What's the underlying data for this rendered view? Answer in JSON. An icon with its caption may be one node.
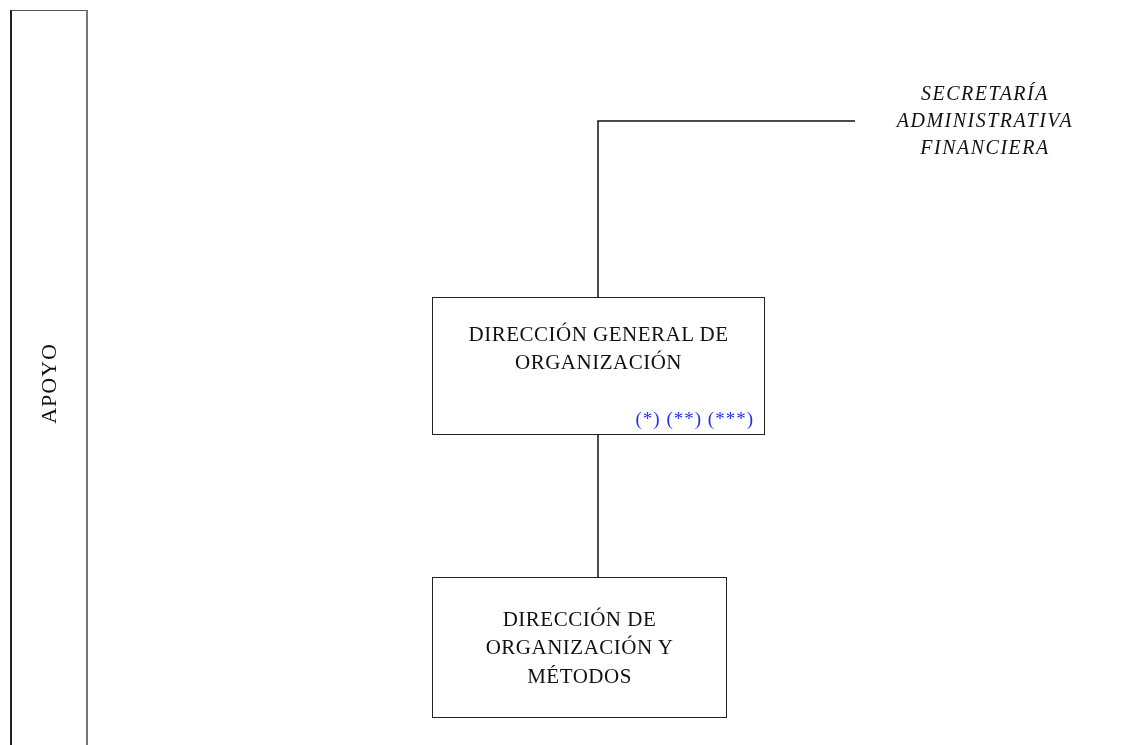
{
  "diagram": {
    "nodes": [
      {
        "text": [
          "APOYO"
        ]
      },
      {
        "text": [
          "SECRETARÍA ADMINISTRATIVA FINANCIERA"
        ]
      },
      {
        "text": [
          "DIRECCIÓN GENERAL DE ORGANIZACIÓN",
          "(*) (**) (***)"
        ]
      },
      {
        "text": [
          "DIRECCIÓN DE ORGANIZACIÓN Y MÉTODOS"
        ]
      }
    ],
    "edges": [
      {
        "from": 2,
        "to": 1,
        "arrow": "none"
      },
      {
        "from": 2,
        "to": 3,
        "arrow": "none"
      }
    ]
  }
}
